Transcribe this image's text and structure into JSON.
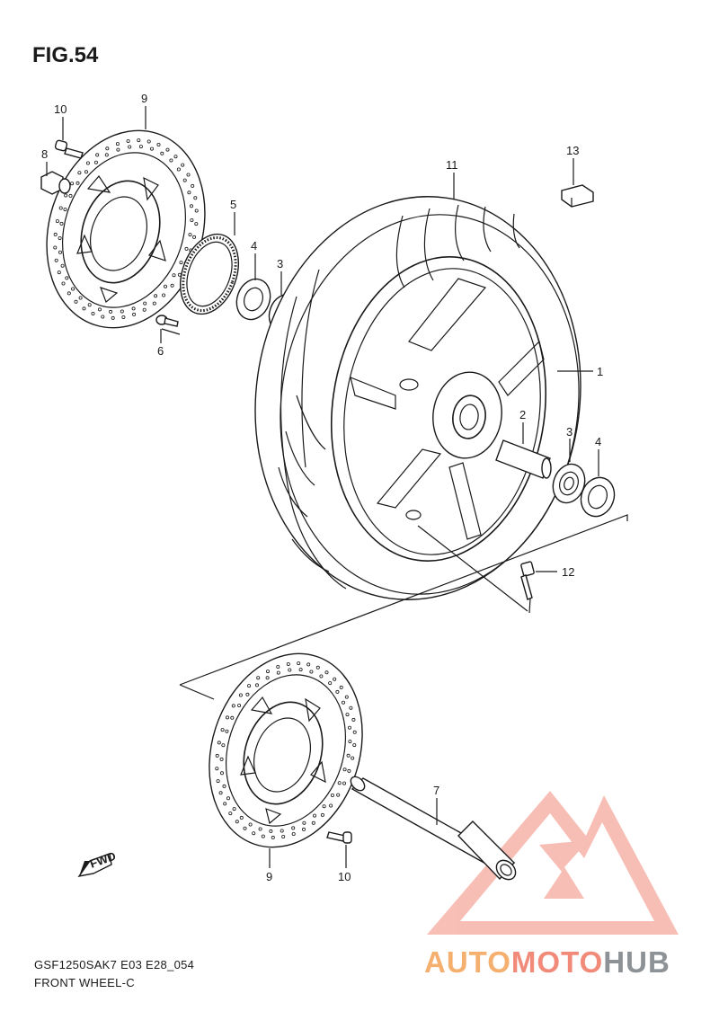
{
  "figure": {
    "title": "FIG.54",
    "model_code": "GSF1250SAK7 E03 E28_054",
    "section_name": "FRONT WHEEL-C"
  },
  "direction_badge": "FWD",
  "callouts": [
    {
      "id": "c-10-top",
      "label": "10"
    },
    {
      "id": "c-9-top",
      "label": "9"
    },
    {
      "id": "c-8",
      "label": "8"
    },
    {
      "id": "c-5",
      "label": "5"
    },
    {
      "id": "c-4-top",
      "label": "4"
    },
    {
      "id": "c-3-top",
      "label": "3"
    },
    {
      "id": "c-6",
      "label": "6"
    },
    {
      "id": "c-11",
      "label": "11"
    },
    {
      "id": "c-13",
      "label": "13"
    },
    {
      "id": "c-1",
      "label": "1"
    },
    {
      "id": "c-2",
      "label": "2"
    },
    {
      "id": "c-3-right",
      "label": "3"
    },
    {
      "id": "c-4-right",
      "label": "4"
    },
    {
      "id": "c-12",
      "label": "12"
    },
    {
      "id": "c-7",
      "label": "7"
    },
    {
      "id": "c-9-bottom",
      "label": "9"
    },
    {
      "id": "c-10-bottom",
      "label": "10"
    }
  ],
  "watermark": {
    "brand_part1": "AUTO",
    "brand_part2": "MOTO",
    "brand_part3": "HUB",
    "colors": {
      "auto": "#f5b06f",
      "moto": "#f28a7a",
      "hub": "#8d9296",
      "logo": "#f28a7a"
    }
  }
}
